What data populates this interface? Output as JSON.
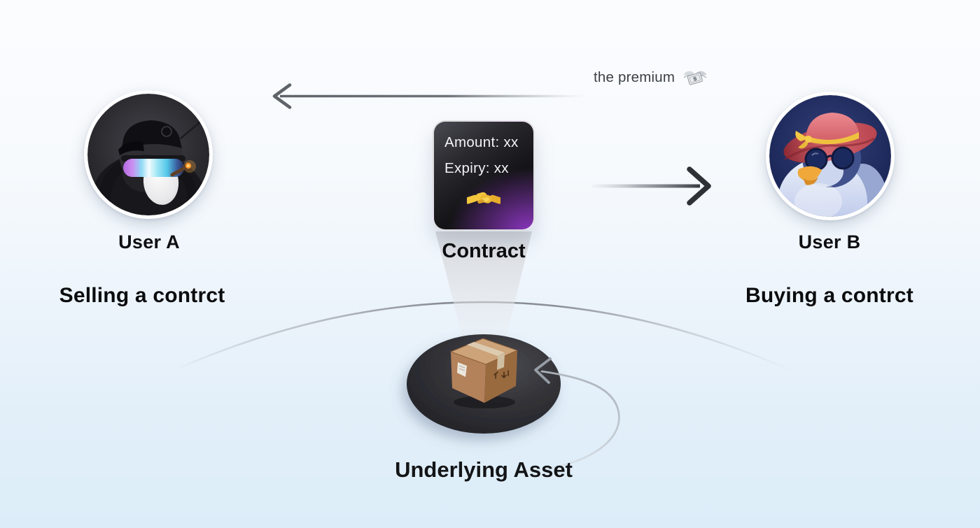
{
  "diagram": {
    "user_a": {
      "name": "User A",
      "caption": "Selling a contrct",
      "avatar": "ape-hoodie-avatar"
    },
    "user_b": {
      "name": "User B",
      "caption": "Buying a contrct",
      "avatar": "penguin-sunhat-avatar"
    },
    "contract": {
      "label": "Contract",
      "amount_line": "Amount: xx",
      "expiry_line": "Expiry: xx",
      "icon": "handshake-icon"
    },
    "asset": {
      "label": "Underlying Asset",
      "icon": "package-box-icon"
    },
    "premium": {
      "label": "the premium",
      "icon": "money-with-wings-icon",
      "direction": "right-to-left"
    },
    "contract_to_buyer_arrow": {
      "direction": "left-to-right"
    },
    "asset_loop_arrow": {
      "direction": "curving-onto-asset"
    }
  },
  "colors": {
    "background_top": "#fbfcfe",
    "background_bottom": "#dcedf9",
    "card_dark": "#151518",
    "card_purple": "#8a35bd",
    "arrow_gray": "#63686f",
    "arrow_dark": "#2e3136",
    "platform_dark": "#2b2b30",
    "beam_gray": "#d8dadf",
    "text_dark": "#0e0f12",
    "premium_text": "#3a4047"
  }
}
